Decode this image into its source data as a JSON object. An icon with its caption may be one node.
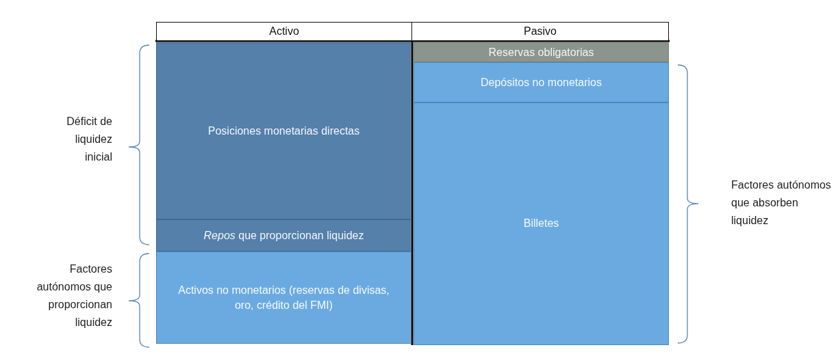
{
  "diagram": {
    "nodes": [
      {
        "text": [
          "Activo"
        ]
      },
      {
        "text": [
          "Pasivo"
        ]
      },
      {
        "text": [
          "Posiciones monetarias directas"
        ]
      },
      {
        "text": [
          "*Repos* que proporcionan liquidez"
        ]
      },
      {
        "text": [
          "Activos no monetarios (reservas de divisas, oro, crédito del FMI)"
        ]
      },
      {
        "text": [
          "Reservas obligatorias"
        ]
      },
      {
        "text": [
          "Depósitos no monetarios"
        ]
      },
      {
        "text": [
          "Billetes"
        ]
      }
    ],
    "edges": [],
    "labels": [
      "Déficit de liquidez inicial",
      "Factores autónomos que proporcionan liquidez",
      "Factores autónomos que absorben liquidez"
    ]
  }
}
